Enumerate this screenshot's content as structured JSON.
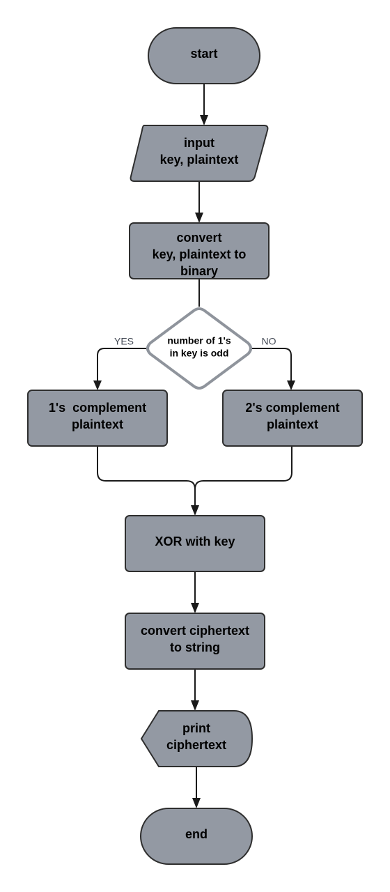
{
  "nodes": {
    "start": {
      "shape": "terminator",
      "lines": [
        "start"
      ]
    },
    "input": {
      "shape": "data",
      "lines": [
        "input",
        "key, plaintext"
      ]
    },
    "convert_binary": {
      "shape": "process",
      "lines": [
        "convert",
        "key, plaintext to",
        "binary"
      ]
    },
    "decision": {
      "shape": "decision",
      "lines": [
        "number of 1's",
        "in key is odd"
      ]
    },
    "ones_complement": {
      "shape": "process",
      "lines": [
        "1's  complement",
        "plaintext"
      ]
    },
    "twos_complement": {
      "shape": "process",
      "lines": [
        "2's complement",
        "plaintext"
      ]
    },
    "xor": {
      "shape": "process",
      "lines": [
        "XOR with key"
      ]
    },
    "convert_string": {
      "shape": "process",
      "lines": [
        "convert ciphertext",
        "to string"
      ]
    },
    "print": {
      "shape": "display",
      "lines": [
        "print",
        "ciphertext"
      ]
    },
    "end": {
      "shape": "terminator",
      "lines": [
        "end"
      ]
    }
  },
  "edges": [
    {
      "from": "start",
      "to": "input",
      "label": ""
    },
    {
      "from": "input",
      "to": "convert_binary",
      "label": ""
    },
    {
      "from": "convert_binary",
      "to": "decision",
      "label": ""
    },
    {
      "from": "decision",
      "to": "ones_complement",
      "label": "YES"
    },
    {
      "from": "decision",
      "to": "twos_complement",
      "label": "NO"
    },
    {
      "from": "ones_complement",
      "to": "xor",
      "label": ""
    },
    {
      "from": "twos_complement",
      "to": "xor",
      "label": ""
    },
    {
      "from": "xor",
      "to": "convert_string",
      "label": ""
    },
    {
      "from": "convert_string",
      "to": "print",
      "label": ""
    },
    {
      "from": "print",
      "to": "end",
      "label": ""
    }
  ],
  "colors": {
    "node_fill": "#9399a3",
    "node_stroke": "#2e2e2e",
    "decision_fill": "#ffffff",
    "decision_stroke": "#8f949c",
    "edge": "#1a1a1a",
    "edge_label": "#444a55"
  }
}
